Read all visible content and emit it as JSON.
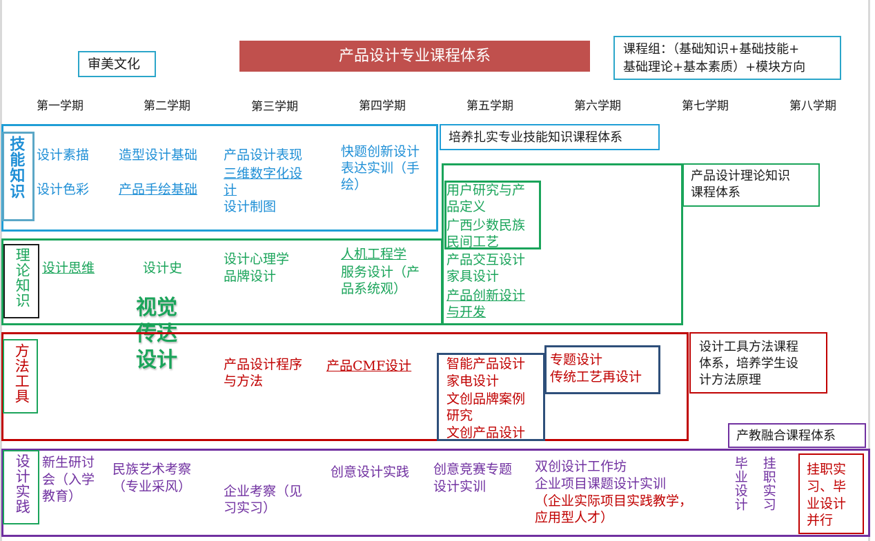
{
  "title": "产品设计专业课程体系",
  "aesthetic": "审美文化",
  "course_group": {
    "line1": "课程组：（基础知识+基础技能+",
    "line2": "基础理论+基本素质）+模块方向"
  },
  "semesters": [
    "第一学期",
    "第二学期",
    "第三学期",
    "第四学期",
    "第五学期",
    "第六学期",
    "第七学期",
    "第八学期"
  ],
  "skills": {
    "label": "技能知识",
    "system_label": "培养扎实专业技能知识课程体系",
    "c1a": "设计素描",
    "c1b": "设计色彩",
    "c2a": "造型设计基础",
    "c2b": "产品手绘基础",
    "c3a": "产品设计表现",
    "c3b_1": "三维数字化设",
    "c3b_2": "计",
    "c3c": "设计制图",
    "c4_1": "快题创新设计",
    "c4_2": "表达实训（手",
    "c4_3": "绘）"
  },
  "theory": {
    "label": "理论知识",
    "system_label_1": "产品设计理论知识",
    "system_label_2": "课程体系",
    "c1": "设计思维",
    "c2": "设计史",
    "c3a": "设计心理学",
    "c3b": "品牌设计",
    "c4a": "人机工程学",
    "c4b_1": "服务设计（产",
    "c4b_2": "品系统观）",
    "c5a_1": "用户研究与产",
    "c5a_2": "品定义",
    "c5b_1": "广西少数民族",
    "c5b_2": "民间工艺",
    "c5c": "产品交互设计",
    "c5d": "家具设计",
    "c5e_1": "产品创新设计",
    "c5e_2": "与开发"
  },
  "visual": {
    "line1": "视觉",
    "line2": "传达",
    "line3": "设计"
  },
  "method": {
    "label": "方法工具",
    "system_label_1": "设计工具方法课程",
    "system_label_2": "体系，培养学生设",
    "system_label_3": "计方法原理",
    "c3_1": "产品设计程序",
    "c3_2": "与方法",
    "c4": "产品CMF设计",
    "c5a": "智能产品设计",
    "c5b": "家电设计",
    "c5c_1": "文创品牌案例",
    "c5c_2": "研究",
    "c5d": "文创产品设计",
    "c6a": "专题设计",
    "c6b": "传统工艺再设计"
  },
  "practice": {
    "label": "设计实践",
    "system_label": "产教融合课程体系",
    "c1_1": "新生研讨",
    "c1_2": "会（入学",
    "c1_3": "教育）",
    "c2_1": "民族艺术考察",
    "c2_2": "（专业采风）",
    "c3_1": "企业考察（见",
    "c3_2": "习实习）",
    "c4": "创意设计实践",
    "c5_1": "创意竞赛专题",
    "c5_2": "设计实训",
    "c6_1": "双创设计工作坊",
    "c6_2": "企业项目课题设计实训",
    "c6_3": "（企业实际项目实践教学，",
    "c6_4": "应用型人才）",
    "c7": "毕业设计",
    "c8": "挂职实习",
    "c9_1": "挂职实",
    "c9_2": "习、毕",
    "c9_3": "业设计",
    "c9_4": "并行"
  },
  "colors": {
    "title_bg": "#c0504d",
    "skills": "#1f9ed6",
    "theory": "#1aa45a",
    "method": "#c00000",
    "practice": "#7030a0",
    "method_inner": "#2e4f7a"
  }
}
